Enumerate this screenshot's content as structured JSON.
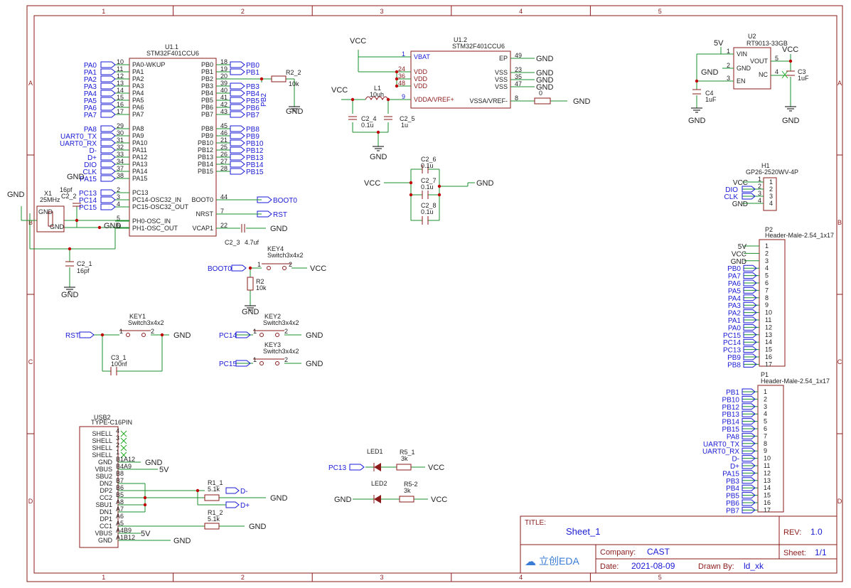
{
  "frame": {
    "cols": [
      "1",
      "2",
      "3",
      "4",
      "5"
    ],
    "rows": [
      "A",
      "B",
      "C",
      "D"
    ]
  },
  "titleblock": {
    "title_label": "TITLE:",
    "title": "Sheet_1",
    "rev_label": "REV:",
    "rev": "1.0",
    "company_label": "Company:",
    "company": "CAST",
    "sheet_label": "Sheet:",
    "sheet": "1/1",
    "date_label": "Date:",
    "date": "2021-08-09",
    "drawn_label": "Drawn By:",
    "drawn": "ld_xk",
    "logo_text": "立创EDA"
  },
  "u11": {
    "ref": "U1.1",
    "part": "STM32F401CCU6",
    "left_pins": [
      {
        "num": "10",
        "name": "PA0-WKUP",
        "net": "PA0"
      },
      {
        "num": "11",
        "name": "PA1",
        "net": "PA1"
      },
      {
        "num": "12",
        "name": "PA2",
        "net": "PA2"
      },
      {
        "num": "13",
        "name": "PA3",
        "net": "PA3"
      },
      {
        "num": "14",
        "name": "PA4",
        "net": "PA4"
      },
      {
        "num": "15",
        "name": "PA5",
        "net": "PA5"
      },
      {
        "num": "16",
        "name": "PA6",
        "net": "PA6"
      },
      {
        "num": "17",
        "name": "PA7",
        "net": "PA7"
      },
      {
        "num": "29",
        "name": "PA8",
        "net": "PA8"
      },
      {
        "num": "30",
        "name": "PA9",
        "net": "UART0_TX"
      },
      {
        "num": "31",
        "name": "PA10",
        "net": "UART0_RX"
      },
      {
        "num": "32",
        "name": "PA11",
        "net": "D-"
      },
      {
        "num": "33",
        "name": "PA12",
        "net": "D+"
      },
      {
        "num": "34",
        "name": "PA13",
        "net": "DIO"
      },
      {
        "num": "37",
        "name": "PA14",
        "net": "CLK"
      },
      {
        "num": "38",
        "name": "PA15",
        "net": "PA15"
      },
      {
        "num": "2",
        "name": "PC13",
        "net": "PC13"
      },
      {
        "num": "3",
        "name": "PC14-OSC32_IN",
        "net": "PC14"
      },
      {
        "num": "4",
        "name": "PC15-OSC32_OUT",
        "net": "PC15"
      },
      {
        "num": "5",
        "name": "PH0-OSC_IN",
        "net": ""
      },
      {
        "num": "6",
        "name": "PH1-OSC_OUT",
        "net": ""
      }
    ],
    "right_pins": [
      {
        "num": "18",
        "name": "PB0",
        "net": "PB0"
      },
      {
        "num": "19",
        "name": "PB1",
        "net": "PB1"
      },
      {
        "num": "20",
        "name": "PB2",
        "net": ""
      },
      {
        "num": "39",
        "name": "PB3",
        "net": "PB3"
      },
      {
        "num": "40",
        "name": "PB4",
        "net": "PB4"
      },
      {
        "num": "41",
        "name": "PB5",
        "net": "PB5"
      },
      {
        "num": "42",
        "name": "PB6",
        "net": "PB6"
      },
      {
        "num": "43",
        "name": "PB7",
        "net": "PB7"
      },
      {
        "num": "45",
        "name": "PB8",
        "net": "PB8"
      },
      {
        "num": "46",
        "name": "PB9",
        "net": "PB9"
      },
      {
        "num": "21",
        "name": "PB10",
        "net": "PB10"
      },
      {
        "num": "25",
        "name": "PB12",
        "net": "PB12"
      },
      {
        "num": "26",
        "name": "PB13",
        "net": "PB13"
      },
      {
        "num": "27",
        "name": "PB14",
        "net": "PB14"
      },
      {
        "num": "28",
        "name": "PB15",
        "net": "PB15"
      },
      {
        "num": "44",
        "name": "BOOT0",
        "net": "BOOT0"
      },
      {
        "num": "7",
        "name": "NRST",
        "net": "RST"
      },
      {
        "num": "22",
        "name": "VCAP1",
        "net": ""
      }
    ]
  },
  "u12": {
    "ref": "U1.2",
    "part": "STM32F401CCU6",
    "left_pins": [
      {
        "num": "1",
        "name": "VBAT"
      },
      {
        "num": "24",
        "name": "VDD"
      },
      {
        "num": "36",
        "name": "VDD"
      },
      {
        "num": "48",
        "name": "VDD"
      },
      {
        "num": "9",
        "name": "VDDA/VREF+"
      }
    ],
    "right_pins": [
      {
        "num": "49",
        "name": "EP"
      },
      {
        "num": "23",
        "name": "VSS"
      },
      {
        "num": "35",
        "name": "VSS"
      },
      {
        "num": "47",
        "name": "VSS"
      },
      {
        "num": "8",
        "name": "VSSA/VREF-"
      }
    ]
  },
  "u2": {
    "ref": "U2",
    "part": "RT9013-33GB",
    "pins": [
      {
        "num": "1",
        "name": "VIN"
      },
      {
        "num": "2",
        "name": "GND"
      },
      {
        "num": "3",
        "name": "EN"
      },
      {
        "num": "5",
        "name": "VOUT"
      },
      {
        "num": "4",
        "name": "NC"
      }
    ]
  },
  "h1": {
    "ref": "H1",
    "part": "GP26-2520WV-4P",
    "nets": [
      "VCC",
      "DIO",
      "CLK",
      "GND"
    ],
    "pins": [
      "1",
      "2",
      "3",
      "4"
    ]
  },
  "p2": {
    "ref": "P2",
    "part": "Header-Male-2.54_1x17",
    "nets": [
      "5V",
      "VCC",
      "GND",
      "PB0",
      "PA7",
      "PA6",
      "PA5",
      "PA4",
      "PA3",
      "PA2",
      "PA1",
      "PA0",
      "PC15",
      "PC14",
      "PC13",
      "PB9",
      "PB8"
    ]
  },
  "p1": {
    "ref": "P1",
    "part": "Header-Male-2.54_1x17",
    "nets": [
      "PB1",
      "PB10",
      "PB12",
      "PB13",
      "PB14",
      "PB15",
      "PA8",
      "UART0_TX",
      "UART0_RX",
      "D-",
      "D+",
      "PA15",
      "PB3",
      "PB4",
      "PB5",
      "PB6",
      "PB7"
    ]
  },
  "usb": {
    "ref": "USB2",
    "part": "TYPE-C16PIN",
    "pins": [
      "SHELL",
      "SHELL",
      "SHELL",
      "SHELL",
      "GND",
      "VBUS",
      "SBU2",
      "DN2",
      "DP2",
      "CC2",
      "SBU1",
      "DN1",
      "DP1",
      "CC1",
      "VBUS",
      "GND"
    ],
    "nums": [
      "4",
      "3",
      "2",
      "1",
      "B1A12",
      "B4A9",
      "B8",
      "B7",
      "B6",
      "B5",
      "A8",
      "A7",
      "A6",
      "A5",
      "A4B9",
      "A1B12"
    ]
  },
  "labels": {
    "vcc": "VCC",
    "gnd": "GND",
    "v5": "5V",
    "boot0": "BOOT0",
    "rst": "RST",
    "pc13": "PC13",
    "pc14": "PC14",
    "pc15": "PC15",
    "pb2": "PB2",
    "dm": "D-",
    "dp": "D+",
    "dm_usb": "D-",
    "dp_usb": "D+"
  },
  "parts": {
    "x1": {
      "ref": "X1",
      "val": "25MHz"
    },
    "c22": {
      "ref": "C2_2",
      "val": "16pf"
    },
    "c21": {
      "ref": "C2_1",
      "val": "16pf"
    },
    "c23": {
      "ref": "C2_3",
      "val": "4.7uf"
    },
    "c24": {
      "ref": "C2_4",
      "val": "0.1u"
    },
    "c25": {
      "ref": "C2_5",
      "val": "1u"
    },
    "c26": {
      "ref": "C2_6",
      "val": "0.1u"
    },
    "c27": {
      "ref": "C2_7",
      "val": "0.1u"
    },
    "c28": {
      "ref": "C2_8",
      "val": "0.1u"
    },
    "c31": {
      "ref": "C3_1",
      "val": "100nf"
    },
    "c3": {
      "ref": "C3",
      "val": "1uF"
    },
    "c4": {
      "ref": "C4",
      "val": "1uF"
    },
    "l1": {
      "ref": "L1",
      "val": "10uh"
    },
    "r22": {
      "ref": "R2_2",
      "val": "10k"
    },
    "r2": {
      "ref": "R2",
      "val": "10k"
    },
    "r0": {
      "ref": "",
      "val": "0"
    },
    "r11": {
      "ref": "R1_1",
      "val": "5.1k"
    },
    "r12": {
      "ref": "R1_2",
      "val": "5.1k"
    },
    "r51": {
      "ref": "R5_1",
      "val": "3k"
    },
    "r52": {
      "ref": "R5-2",
      "val": "3k"
    },
    "led1": {
      "ref": "LED1"
    },
    "led2": {
      "ref": "LED2"
    },
    "key1": {
      "ref": "KEY1",
      "val": "Switch3x4x2"
    },
    "key2": {
      "ref": "KEY2",
      "val": "Switch3x4x2"
    },
    "key3": {
      "ref": "KEY3",
      "val": "Switch3x4x2"
    },
    "key4": {
      "ref": "KEY4",
      "val": "Switch3x4x2"
    },
    "p_1": "1",
    "p_2": "2"
  }
}
